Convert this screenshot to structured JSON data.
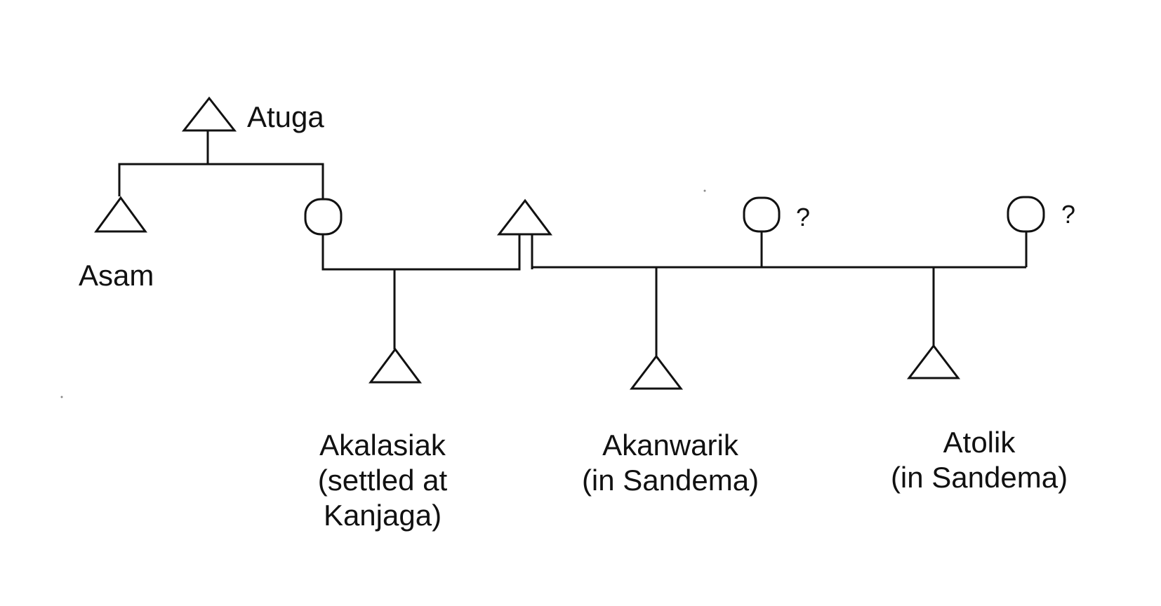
{
  "people": {
    "atuga": {
      "name": "Atuga"
    },
    "asam": {
      "name": "Asam"
    },
    "akalasiak": {
      "name": "Akalasiak",
      "note_line1": "(settled at",
      "note_line2": "Kanjaga)"
    },
    "akanwarik": {
      "name": "Akanwarik",
      "note": "(in Sandema)"
    },
    "atolik": {
      "name": "Atolik",
      "note": "(in Sandema)"
    },
    "wife2": {
      "mark": "?"
    },
    "wife3": {
      "mark": "?"
    }
  },
  "colors": {
    "ink": "#111111",
    "background": "#ffffff"
  }
}
